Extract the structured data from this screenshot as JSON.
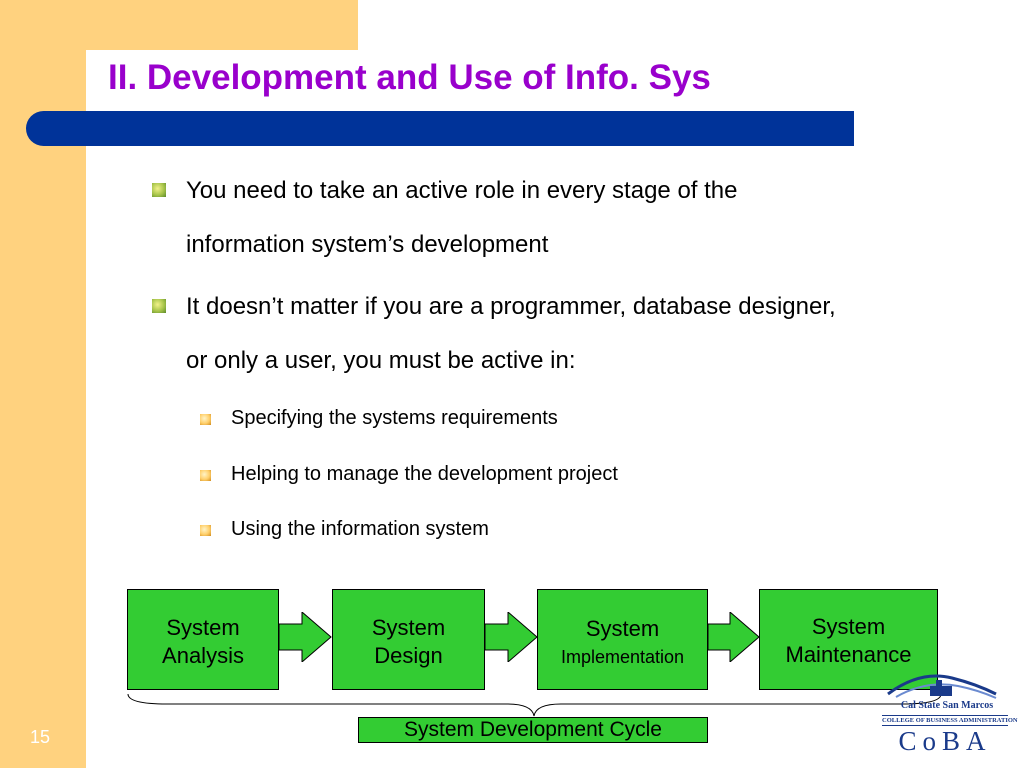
{
  "slide": {
    "title": "II. Development and Use of Info. Sys",
    "number": "15",
    "colors": {
      "title": "#9900cc",
      "title_bar": "#003399",
      "band": "#ffd27f",
      "stage_fill": "#33cc33"
    }
  },
  "bullets": [
    {
      "lines": [
        "You need to take an active role in every stage of the",
        "information system’s development"
      ],
      "icon": "green-square-bullet-icon"
    },
    {
      "lines": [
        "It doesn’t matter if you are a programmer, database designer,",
        "or only a user, you must be active in:"
      ],
      "icon": "green-square-bullet-icon",
      "sub": [
        "Specifying the systems requirements",
        "Helping to manage the development project",
        "Using the information system"
      ]
    }
  ],
  "diagram": {
    "stages": [
      {
        "line1": "System",
        "line2": "Analysis"
      },
      {
        "line1": "System",
        "line2": "Design"
      },
      {
        "line1": "System",
        "line2": "Implementation"
      },
      {
        "line1": "System",
        "line2": "Maintenance"
      }
    ],
    "cycle_label": "System Development Cycle",
    "connector_icon": "right-arrow-icon"
  },
  "logo": {
    "line1": "Cal State San Marcos",
    "line2": "COLLEGE OF BUSINESS ADMINISTRATION",
    "line3": "CoBA"
  }
}
